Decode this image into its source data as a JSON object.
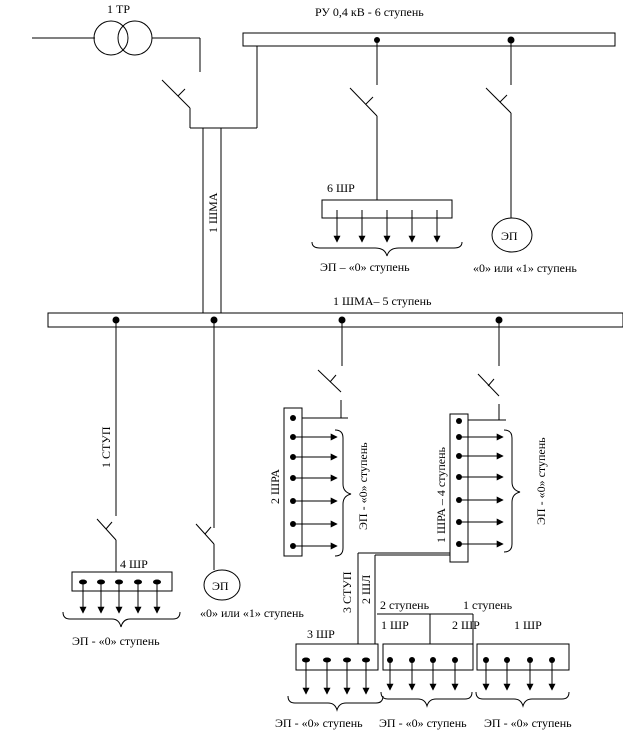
{
  "labels": {
    "transformer": "1 ТР",
    "ru_bus": "РУ 0,4 кВ  -  6 ступень",
    "shma_vertical": "1 ШМА",
    "shr6": "6 ШР",
    "ep_group_6shr": "ЭП – «0» ступень",
    "ep_motor_top": "ЭП",
    "ep_motor_top_caption": "«0» или «1» ступень",
    "shma_bus": "1 ШМА– 5 ступень",
    "stup1": "1 СТУП",
    "shr4": "4 ШР",
    "ep_group_4shr": "ЭП - «0» ступень",
    "ep_motor_bottom": "ЭП",
    "ep_motor_bottom_caption": "«0» или «1» ступень",
    "shra2": "2 ШРА",
    "ep_group_2shra": "ЭП - «0» ступень",
    "shra1": "1 ШРА – 4 ступень",
    "ep_group_1shra": "ЭП - «0» ступень",
    "stup3": "3 СТУП",
    "shl2": "2 ШЛ",
    "step2": "2 ступень",
    "step1": "1 ступень",
    "shr1a": "1 ШР",
    "shr2": "2 ШР",
    "shr1b": "1 ШР",
    "shr3": "3 ШР",
    "ep_group_3shr": "ЭП - «0» ступень",
    "ep_group_1shr": "ЭП - «0» ступень",
    "ep_group_2shr": "ЭП - «0» ступень"
  }
}
